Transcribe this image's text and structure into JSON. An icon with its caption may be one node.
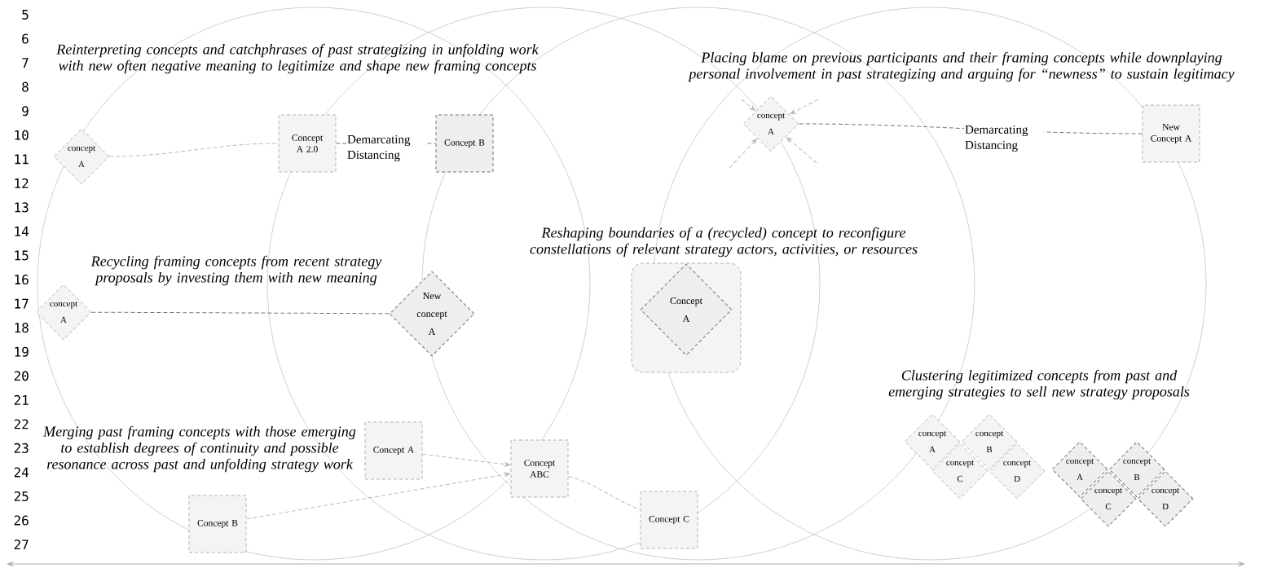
{
  "diagram": {
    "nodes": [
      {
        "text": [
          "concept A"
        ]
      },
      {
        "text": [
          "Concept A 2.0"
        ]
      },
      {
        "text": [
          "Concept B"
        ]
      },
      {
        "text": [
          "concept A"
        ]
      },
      {
        "text": [
          "New Concept A"
        ]
      },
      {
        "text": [
          "concept A"
        ]
      },
      {
        "text": [
          "New concept A"
        ]
      },
      {
        "text": [],
        "shape": "box"
      },
      {
        "text": [
          "Concept A"
        ],
        "in": 7
      },
      {
        "text": [
          "Concept A"
        ]
      },
      {
        "text": [
          "Concept ABC"
        ]
      },
      {
        "text": [
          "Concept B"
        ]
      },
      {
        "text": [
          "Concept C"
        ]
      },
      {
        "text": [
          "concept A"
        ]
      },
      {
        "text": [
          "concept B"
        ]
      },
      {
        "text": [
          "concept C"
        ]
      },
      {
        "text": [
          "concept D"
        ]
      },
      {
        "text": [
          "concept A"
        ]
      },
      {
        "text": [
          "concept B"
        ]
      },
      {
        "text": [
          "concept C"
        ]
      },
      {
        "text": [
          "concept D"
        ]
      }
    ],
    "edges": [
      {
        "from": 0,
        "to": 1,
        "arrow": "none",
        "style": "dashed"
      },
      {
        "from": 1,
        "to": 2,
        "arrow": "none",
        "style": "dashed",
        "color": "#777777",
        "label": "Demarcating Distancing"
      },
      {
        "from": 4,
        "to": 3,
        "arrow": "none",
        "style": "dashed",
        "color": "#777777",
        "label": "Demarcating Distancing"
      },
      {
        "from": null,
        "to": 3,
        "arrow": "to",
        "style": "dashed"
      },
      {
        "from": null,
        "to": 3,
        "arrow": "to",
        "style": "dashed"
      },
      {
        "from": null,
        "to": 3,
        "arrow": "to",
        "style": "dashed"
      },
      {
        "from": null,
        "to": 3,
        "arrow": "to",
        "style": "dashed"
      },
      {
        "from": 5,
        "to": 6,
        "arrow": "none",
        "style": "dashed",
        "color": "#777777"
      },
      {
        "from": 9,
        "to": 10,
        "arrow": "to",
        "style": "dashed"
      },
      {
        "from": 11,
        "to": 10,
        "arrow": "to",
        "style": "dashed"
      },
      {
        "from": 10,
        "to": 12,
        "arrow": "none",
        "style": "dashed"
      }
    ],
    "labels": [
      "Reinterpreting concepts and catchphrases of past strategizing in unfolding work with new often negative meaning to legitimize and shape new framing concepts",
      "Placing blame on previous participants and their framing concepts while downplaying personal involvement in past strategizing and arguing for “newness” to sustain legitimacy",
      "Reshaping boundaries of a (recycled) concept to reconfigure constellations of relevant strategy actors, activities, or resources",
      "Recycling framing concepts from recent strategy proposals by investing them with new meaning",
      "Merging past framing concepts with those emerging to establish degrees of continuity and possible resonance across past and unfolding strategy work",
      "Clustering legitimized concepts from past and emerging strategies to sell new strategy proposals",
      "5",
      "6",
      "7",
      "8",
      "9",
      "10",
      "11",
      "12",
      "13",
      "14",
      "15",
      "16",
      "17",
      "18",
      "19",
      "20",
      "21",
      "22",
      "23",
      "24",
      "25",
      "26",
      "27"
    ]
  }
}
